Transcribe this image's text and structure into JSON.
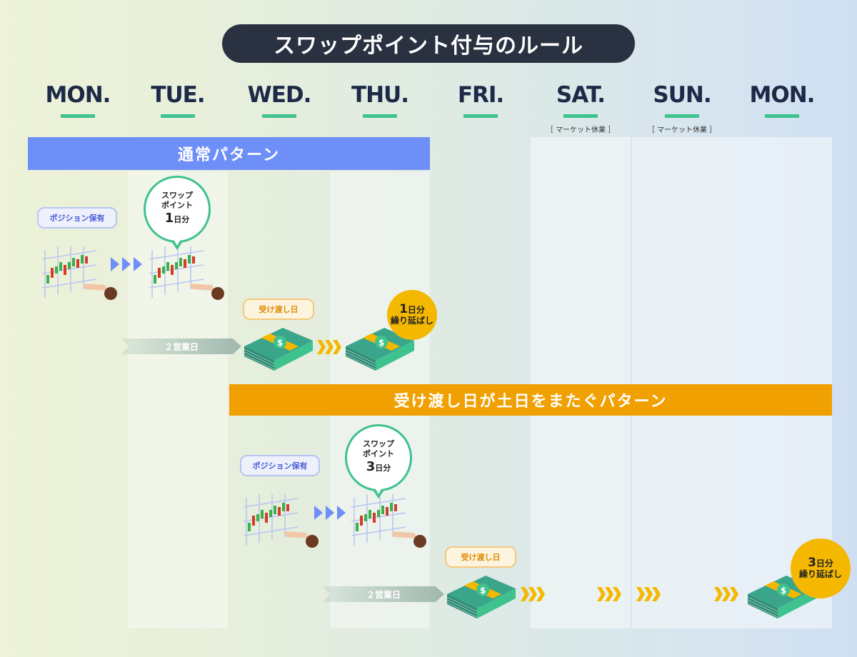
{
  "title": "スワップポイント付与のルール",
  "days": [
    {
      "label": "MON.",
      "note": ""
    },
    {
      "label": "TUE.",
      "note": ""
    },
    {
      "label": "WED.",
      "note": ""
    },
    {
      "label": "THU.",
      "note": ""
    },
    {
      "label": "FRI.",
      "note": ""
    },
    {
      "label": "SAT.",
      "note": "［ マーケット休業 ］"
    },
    {
      "label": "SUN.",
      "note": "［ マーケット休業 ］"
    },
    {
      "label": "MON.",
      "note": ""
    }
  ],
  "normal": {
    "band_label": "通常パターン",
    "position_tag": "ポジション保有",
    "swap_line1": "スワップ",
    "swap_line2": "ポイント",
    "swap_num": "1",
    "swap_unit": "日分",
    "delivery_tag": "受け渡し日",
    "business_days": "２営業日",
    "defer_num": "1",
    "defer_unit": "日分",
    "defer_label": "繰り延ばし"
  },
  "weekend": {
    "band_label": "受け渡し日が土日をまたぐパターン",
    "position_tag": "ポジション保有",
    "swap_line1": "スワップ",
    "swap_line2": "ポイント",
    "swap_num": "3",
    "swap_unit": "日分",
    "delivery_tag": "受け渡し日",
    "business_days": "２営業日",
    "defer_num": "3",
    "defer_unit": "日分",
    "defer_label": "繰り延ばし"
  },
  "colors": {
    "title_bg": "#2a3140",
    "day_text": "#1c2a48",
    "accent_green": "#3ec28e",
    "normal_band": "#6f8ff8",
    "weekend_band": "#f0a000",
    "yellow": "#f5b800",
    "blue_tag": "#4b5ed8",
    "orange_tag": "#e08a00"
  }
}
